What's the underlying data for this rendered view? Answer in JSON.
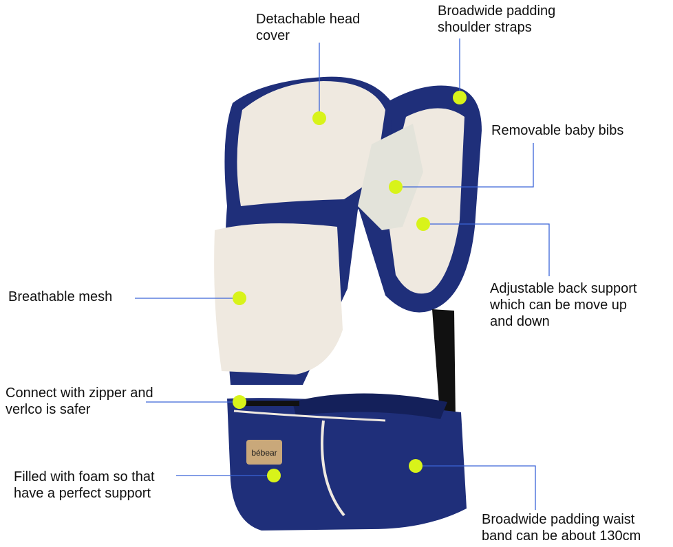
{
  "product": {
    "brand_tag": "bébear",
    "colors": {
      "fabric": "#1f2f7a",
      "fabric_dark": "#14205a",
      "mesh": "#efe9e0",
      "callout_dot": "#d8f31a",
      "leader_line": "#3a63d8"
    }
  },
  "callouts": [
    {
      "id": "head-cover",
      "text": "Detachable head\ncover"
    },
    {
      "id": "shoulder-straps",
      "text": "Broadwide padding\nshoulder straps"
    },
    {
      "id": "baby-bibs",
      "text": "Removable baby bibs"
    },
    {
      "id": "back-support",
      "text": "Adjustable back support\nwhich can be move up\nand down"
    },
    {
      "id": "breathable-mesh",
      "text": "Breathable mesh"
    },
    {
      "id": "zipper",
      "text": "Connect with zipper and\nverlco is safer"
    },
    {
      "id": "foam",
      "text": "Filled with foam so that\nhave a perfect support"
    },
    {
      "id": "waist-band",
      "text": "Broadwide padding waist\nband can be about 130cm"
    }
  ]
}
